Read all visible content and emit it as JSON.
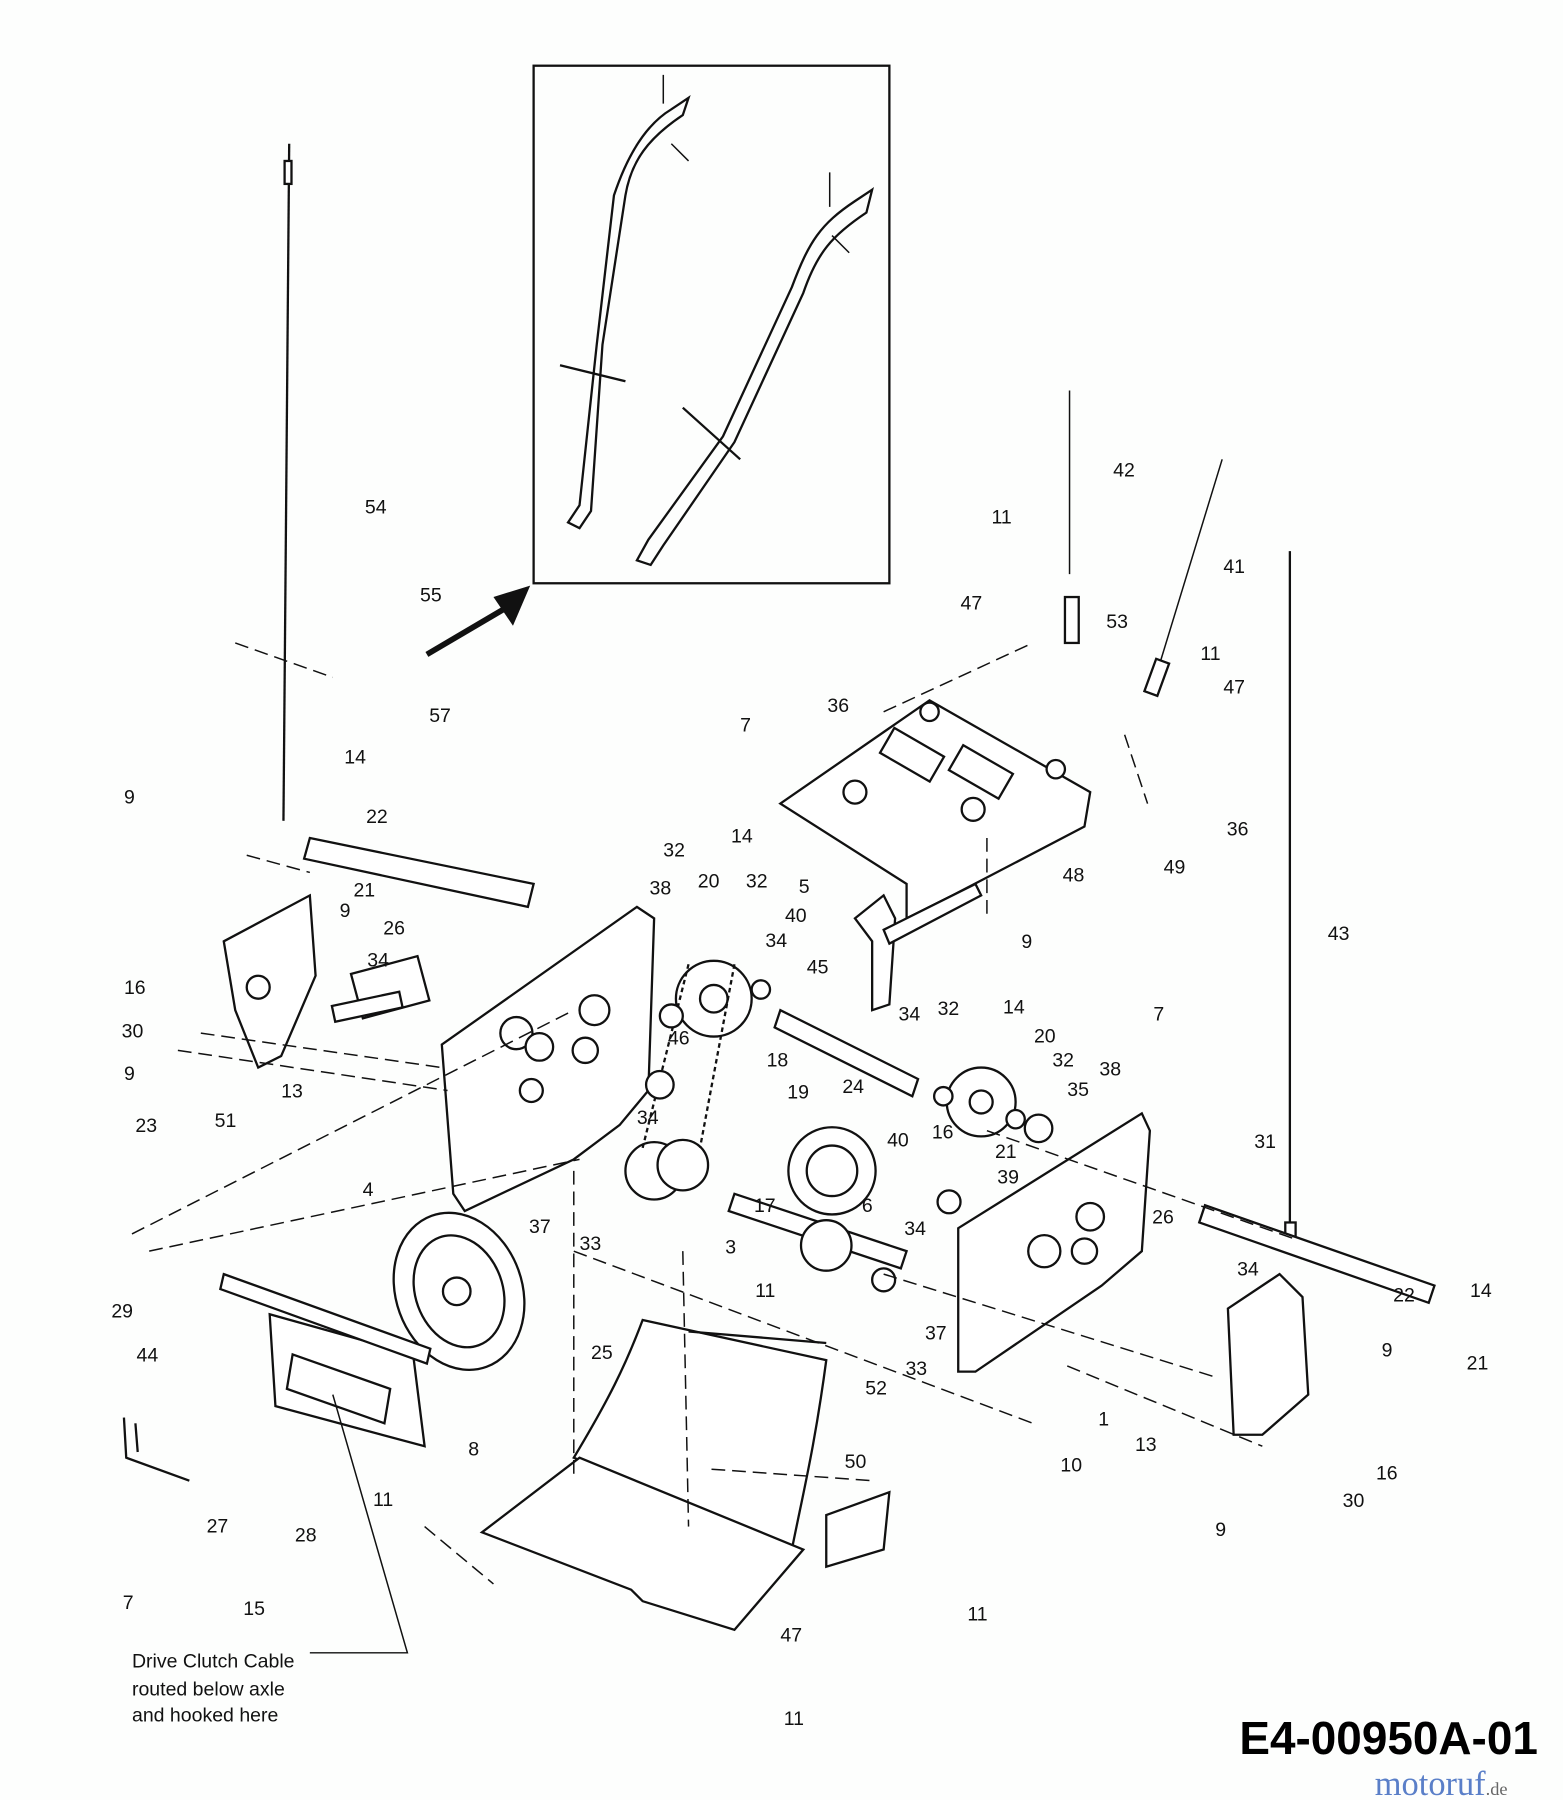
{
  "diagram_code": "E4-00950A-01",
  "watermark": {
    "main": "motoruf",
    "suffix": ".de"
  },
  "note_lines": [
    "Drive Clutch Cable",
    "routed below axle",
    "and hooked here"
  ],
  "callouts": [
    "54",
    "55",
    "57",
    "14",
    "22",
    "9",
    "21",
    "9",
    "26",
    "34",
    "16",
    "30",
    "9",
    "13",
    "51",
    "23",
    "29",
    "44",
    "4",
    "25",
    "8",
    "27",
    "28",
    "15",
    "7",
    "11",
    "32",
    "20",
    "14",
    "32",
    "38",
    "40",
    "5",
    "34",
    "45",
    "46",
    "18",
    "19",
    "24",
    "40",
    "34",
    "37",
    "33",
    "3",
    "17",
    "6",
    "16",
    "21",
    "39",
    "34",
    "33",
    "37",
    "11",
    "52",
    "7",
    "36",
    "47",
    "11",
    "42",
    "53",
    "41",
    "11",
    "47",
    "36",
    "49",
    "48",
    "9",
    "34",
    "32",
    "14",
    "20",
    "32",
    "35",
    "38",
    "7",
    "43",
    "31",
    "26",
    "34",
    "22",
    "14",
    "21",
    "9",
    "16",
    "30",
    "9",
    "13",
    "10",
    "1",
    "50",
    "11",
    "47",
    "11"
  ]
}
